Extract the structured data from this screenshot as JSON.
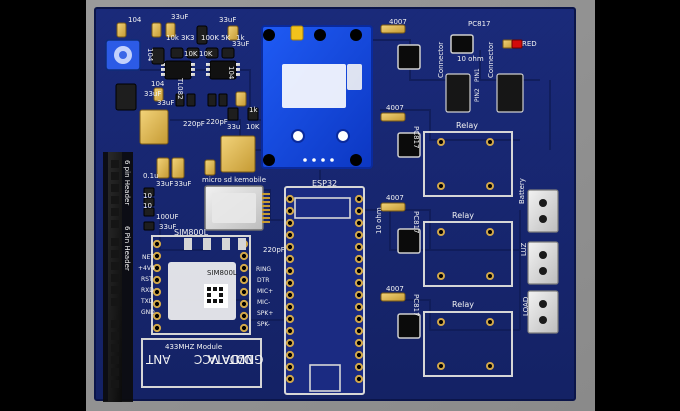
{
  "board": {
    "labels": {
      "c1": "104",
      "c2": "33uF",
      "r1": "10k",
      "r2": "3K3",
      "r3": "100K",
      "r4": "5K",
      "r5": "1k",
      "r6": "33uF",
      "r7": "104",
      "r8": "10K",
      "r9": "10K",
      "c3": "104",
      "c4": "33uF",
      "c5": "33uF",
      "c6": "104",
      "ic1": "TL082",
      "c7": "220pF",
      "c8": "220pF",
      "c9": "33u",
      "c10": "10K",
      "c11": "1k",
      "c12": "33uF",
      "pc1": "PC817",
      "diode1": "4007",
      "r10": "10 ohm",
      "red": "RED",
      "conn1": "Connector",
      "conn2": "Connector",
      "pin1": "PIN1",
      "pin2": "PIN2",
      "diode2": "4007",
      "pc2": "PC817",
      "relay1": "Relay",
      "diode3": "4007",
      "pc3": "PC817",
      "r11": "10 ohm",
      "relay2": "Relay",
      "battery": "Battery",
      "luz": "LUZ",
      "load": "LOAD",
      "diode4": "4007",
      "pc4": "PC817",
      "relay3": "Relay",
      "header1": "6 pin Header",
      "header2": "6 Pin Header",
      "microsd": "micro sd kemobile",
      "esp32": "ESP32",
      "sim800l_1": "SIM800L",
      "sim800l_2": "SIM800L",
      "net": "NET",
      "v44": "+4V4",
      "rst": "RST",
      "rxd": "RXD",
      "txd": "TXD",
      "gnd": "GND",
      "ring": "RING",
      "dtr": "DTR",
      "mic_p": "MIC+",
      "mic_m": "MIC-",
      "spk_p": "SPK+",
      "spk_m": "SPK-",
      "c220": "220pF",
      "c100": "100UF",
      "c33": "33uF",
      "r12": "10",
      "r13": "10",
      "c13": "0.1u",
      "c14": "33uF",
      "c15": "33uF",
      "module433": "433MHZ Module",
      "ant": "ANT",
      "gnd2": "GND",
      "data1": "DATA",
      "data2": "DATA",
      "vcc": "VCC"
    }
  }
}
